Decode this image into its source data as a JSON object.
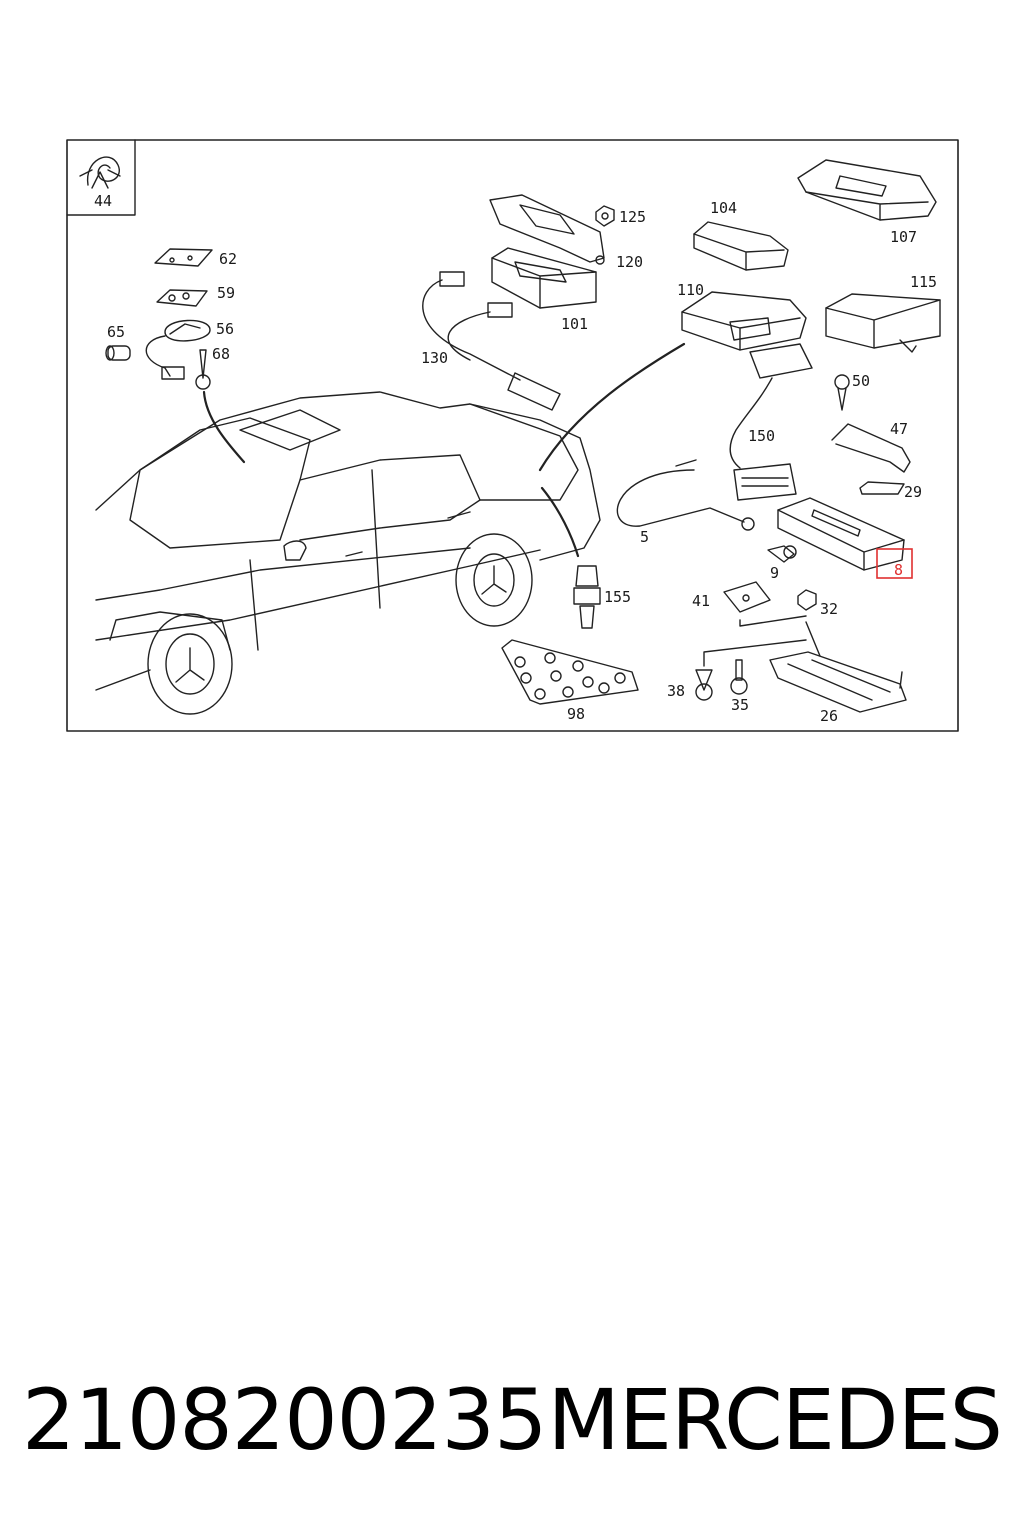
{
  "diagram": {
    "callouts": {
      "c44": "44",
      "c62": "62",
      "c59": "59",
      "c56": "56",
      "c65": "65",
      "c68": "68",
      "c125": "125",
      "c120": "120",
      "c101": "101",
      "c130": "130",
      "c104": "104",
      "c107": "107",
      "c110": "110",
      "c115": "115",
      "c50": "50",
      "c150": "150",
      "c47": "47",
      "c29": "29",
      "c5": "5",
      "c9": "9",
      "c8": "8",
      "c155": "155",
      "c41": "41",
      "c32": "32",
      "c38": "38",
      "c35": "35",
      "c26": "26",
      "c98": "98"
    },
    "highlighted_part": "8",
    "highlight_color": "#e03030"
  },
  "caption": {
    "part_number": "2108200235",
    "brand": "MERCEDES"
  }
}
